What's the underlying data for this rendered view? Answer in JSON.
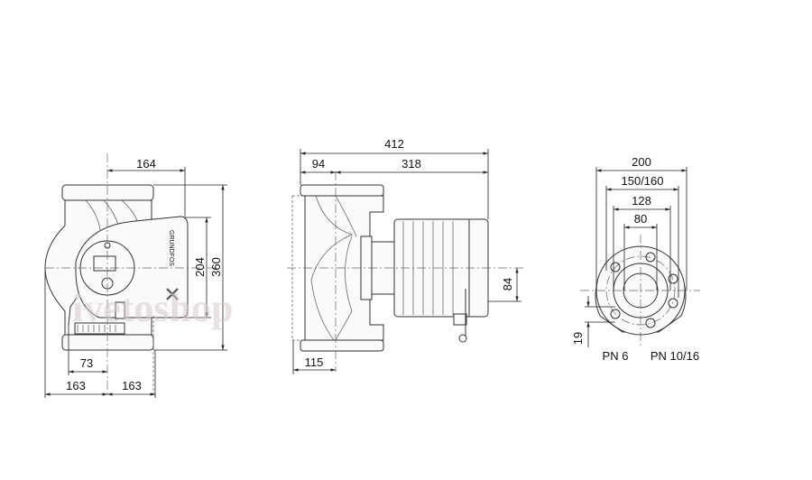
{
  "watermark": "ivetoshop",
  "brand_logo": "GRUNDFOS",
  "side_view": {
    "dim_top": "164",
    "dim_height_total": "360",
    "dim_height_controller": "204",
    "dim_cable": "73",
    "dim_left": "163",
    "dim_right": "163"
  },
  "front_view": {
    "dim_total_length": "412",
    "dim_port": "94",
    "dim_motor": "318",
    "dim_offset": "84",
    "dim_base": "115"
  },
  "flange_view": {
    "dim_outer": "200",
    "dim_bolt_circle": "150/160",
    "dim_raised_face": "128",
    "dim_bore": "80",
    "dim_offset": "19",
    "label_pn6": "PN 6",
    "label_pn1016": "PN 10/16"
  }
}
